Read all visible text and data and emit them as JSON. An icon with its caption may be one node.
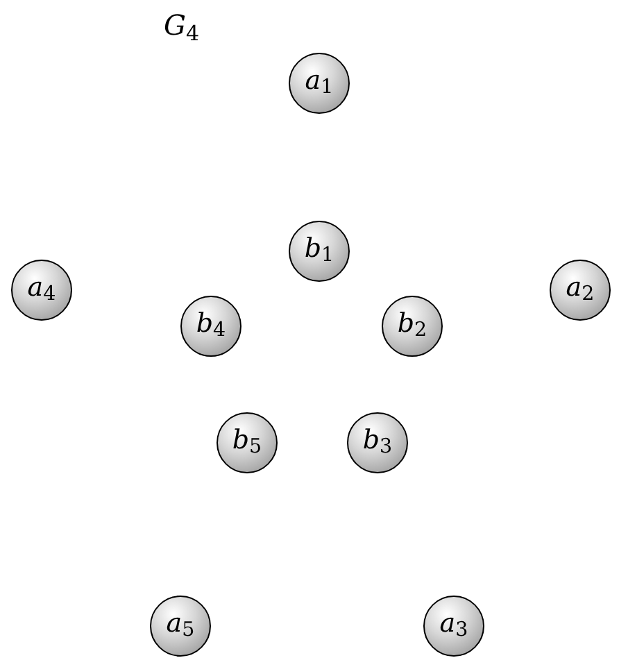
{
  "diagram": {
    "title": "*G*$_{4}$",
    "nodes": [
      {
        "text": [
          "*a*$_{1}$"
        ]
      },
      {
        "text": [
          "*b*$_{1}$"
        ]
      },
      {
        "text": [
          "*a*$_{4}$"
        ]
      },
      {
        "text": [
          "*a*$_{2}$"
        ]
      },
      {
        "text": [
          "*b*$_{4}$"
        ]
      },
      {
        "text": [
          "*b*$_{2}$"
        ]
      },
      {
        "text": [
          "*b*$_{5}$"
        ]
      },
      {
        "text": [
          "*b*$_{3}$"
        ]
      },
      {
        "text": [
          "*a*$_{5}$"
        ]
      },
      {
        "text": [
          "*a*$_{3}$"
        ]
      }
    ]
  }
}
